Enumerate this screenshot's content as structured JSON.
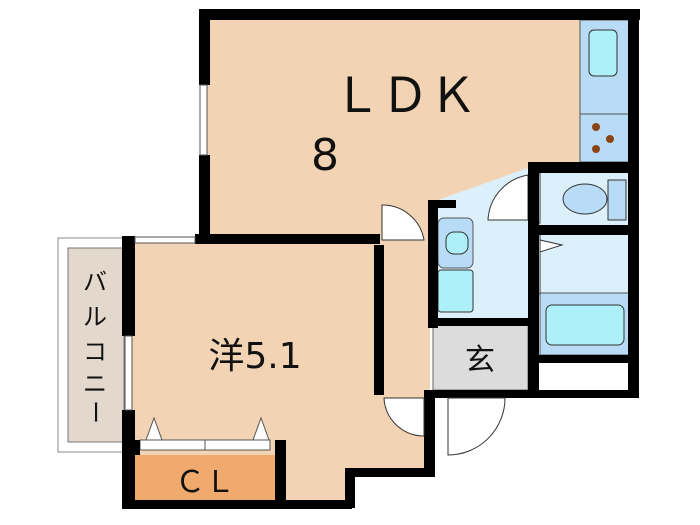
{
  "rooms": {
    "ldk": {
      "name": "ＬＤＫ",
      "size": "8"
    },
    "western": {
      "name": "洋5.1"
    },
    "balcony": {
      "chars": [
        "バ",
        "ル",
        "コ",
        "ニ",
        "ー"
      ]
    },
    "closet": {
      "name": "ＣＬ"
    },
    "entrance": {
      "name": "玄"
    }
  },
  "colors": {
    "room": "#f2d4b4",
    "wet": "#dcf0fc",
    "fixture": "#b8dcf5",
    "appliance": "#aef0fa",
    "closet": "#f0aa6e",
    "entrance": "#dcdcdc",
    "balcony": "#e3d8cc",
    "wall": "#000000"
  }
}
